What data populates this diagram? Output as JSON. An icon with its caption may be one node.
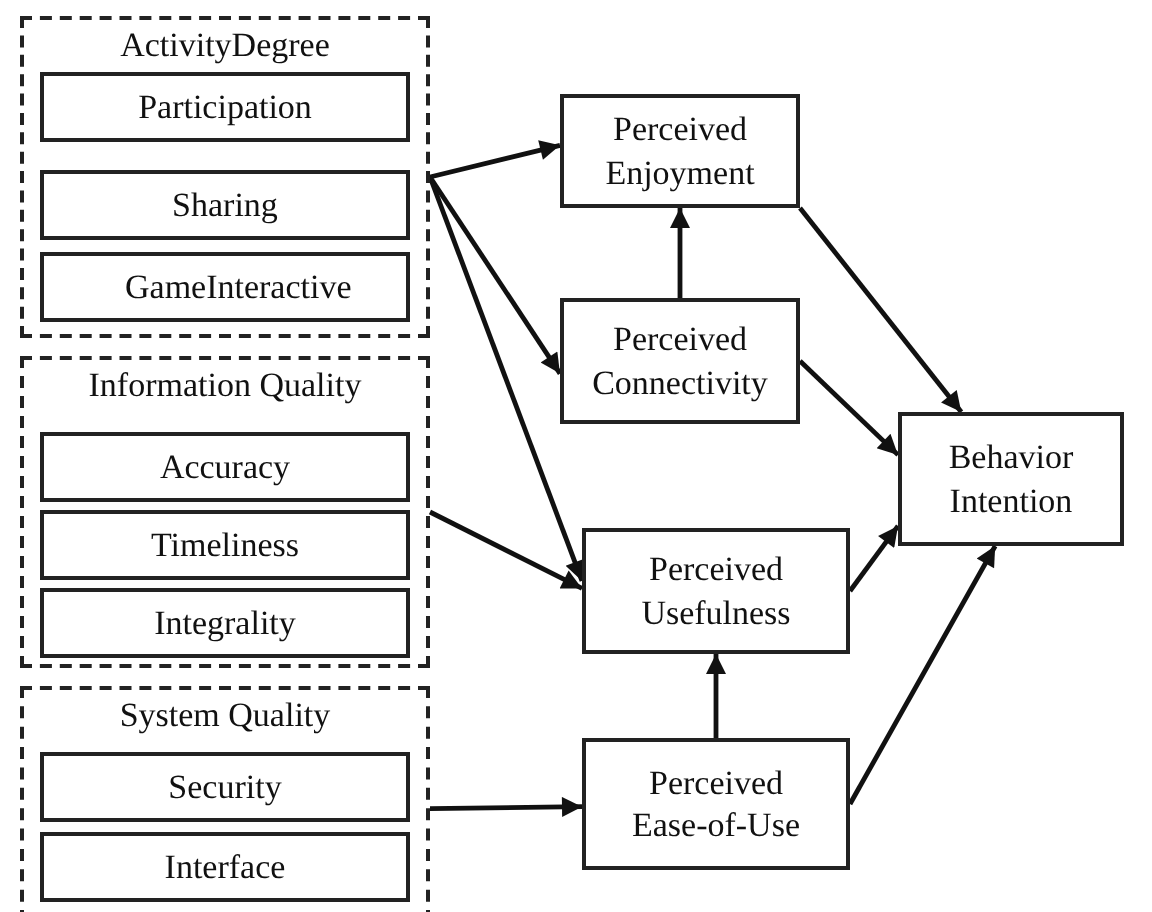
{
  "diagram": {
    "nodes": [
      {
        "text": [
          "ActivityDegree"
        ]
      },
      {
        "text": [
          "Participation"
        ],
        "in": 0
      },
      {
        "text": [
          "Sharing"
        ],
        "in": 0
      },
      {
        "text": [
          "GameInteractive"
        ],
        "in": 0
      },
      {
        "text": [
          "Information Quality"
        ]
      },
      {
        "text": [
          "Accuracy"
        ],
        "in": 4
      },
      {
        "text": [
          "Timeliness"
        ],
        "in": 4
      },
      {
        "text": [
          "Integrality"
        ],
        "in": 4
      },
      {
        "text": [
          "System Quality"
        ]
      },
      {
        "text": [
          "Security"
        ],
        "in": 8
      },
      {
        "text": [
          "Interface"
        ],
        "in": 8
      },
      {
        "text": [
          "Perceived Enjoyment"
        ]
      },
      {
        "text": [
          "Perceived Connectivity"
        ]
      },
      {
        "text": [
          "Perceived Usefulness"
        ]
      },
      {
        "text": [
          "Perceived Ease-of-Use"
        ]
      },
      {
        "text": [
          "Behavior Intention"
        ]
      }
    ],
    "edges": [
      {
        "from": 0,
        "to": 11,
        "arrow": "to"
      },
      {
        "from": 0,
        "to": 12,
        "arrow": "to"
      },
      {
        "from": 0,
        "to": 13,
        "arrow": "to"
      },
      {
        "from": 4,
        "to": 13,
        "arrow": "to"
      },
      {
        "from": 8,
        "to": 14,
        "arrow": "to"
      },
      {
        "from": 12,
        "to": 11,
        "arrow": "to"
      },
      {
        "from": 14,
        "to": 13,
        "arrow": "to"
      },
      {
        "from": 11,
        "to": 15,
        "arrow": "to"
      },
      {
        "from": 12,
        "to": 15,
        "arrow": "to"
      },
      {
        "from": 13,
        "to": 15,
        "arrow": "to"
      },
      {
        "from": 14,
        "to": 15,
        "arrow": "to"
      }
    ]
  }
}
